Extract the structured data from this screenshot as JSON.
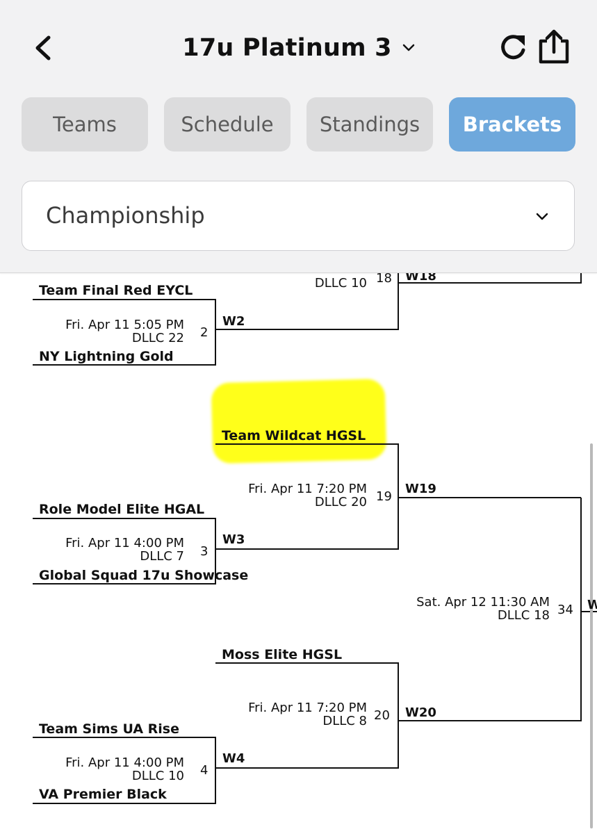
{
  "header": {
    "title": "17u Platinum 3",
    "back_icon": "chevron-left-icon",
    "refresh_icon": "refresh-icon",
    "share_icon": "share-icon"
  },
  "tabs": [
    {
      "label": "Teams",
      "active": false
    },
    {
      "label": "Schedule",
      "active": false
    },
    {
      "label": "Standings",
      "active": false
    },
    {
      "label": "Brackets",
      "active": true
    }
  ],
  "division_select": {
    "selected": "Championship"
  },
  "colors": {
    "accent": "#6ea8dc",
    "highlight": "#ffff1a"
  },
  "bracket": {
    "partial_top": {
      "info_line2": "DLLC 10",
      "game_number": "18",
      "winner_label": "W18"
    },
    "game_2": {
      "team_top": "Team Final Red EYCL",
      "team_bottom": "NY Lightning Gold",
      "datetime": "Fri. Apr 11 5:05 PM",
      "field": "DLLC 22",
      "game_number": "2",
      "winner_label": "W2"
    },
    "game_19": {
      "team_top": "Team Wildcat HGSL",
      "datetime": "Fri. Apr 11 7:20 PM",
      "field": "DLLC 20",
      "game_number": "19",
      "winner_label": "W19"
    },
    "game_3": {
      "team_top": "Role Model Elite HGAL",
      "team_bottom": "Global Squad 17u Showcase",
      "datetime": "Fri. Apr 11 4:00 PM",
      "field": "DLLC 7",
      "game_number": "3",
      "winner_label": "W3"
    },
    "game_34": {
      "datetime": "Sat. Apr 12 11:30 AM",
      "field": "DLLC 18",
      "game_number": "34",
      "winner_label": "W"
    },
    "game_20": {
      "team_top": "Moss Elite HGSL",
      "datetime": "Fri. Apr 11 7:20 PM",
      "field": "DLLC 8",
      "game_number": "20",
      "winner_label": "W20"
    },
    "game_4": {
      "team_top": "Team Sims UA Rise",
      "team_bottom": "VA Premier Black",
      "datetime": "Fri. Apr 11 4:00 PM",
      "field": "DLLC 10",
      "game_number": "4",
      "winner_label": "W4"
    }
  }
}
